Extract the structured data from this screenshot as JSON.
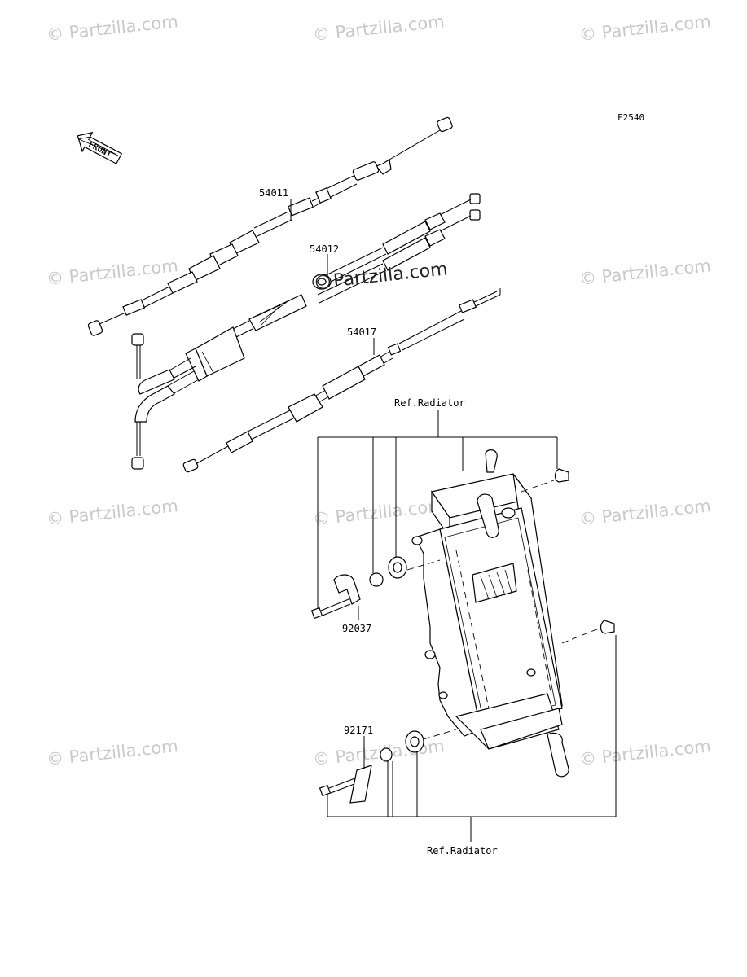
{
  "figure_code": "F2540",
  "front_label": "FRONT",
  "watermark": "© Partzilla.com",
  "center_watermark": "Partzilla.com",
  "parts": [
    {
      "number": "54011"
    },
    {
      "number": "54012"
    },
    {
      "number": "54017"
    },
    {
      "number": "92037"
    },
    {
      "number": "92171"
    }
  ],
  "refs": {
    "top": "Ref.Radiator",
    "bottom": "Ref.Radiator"
  }
}
